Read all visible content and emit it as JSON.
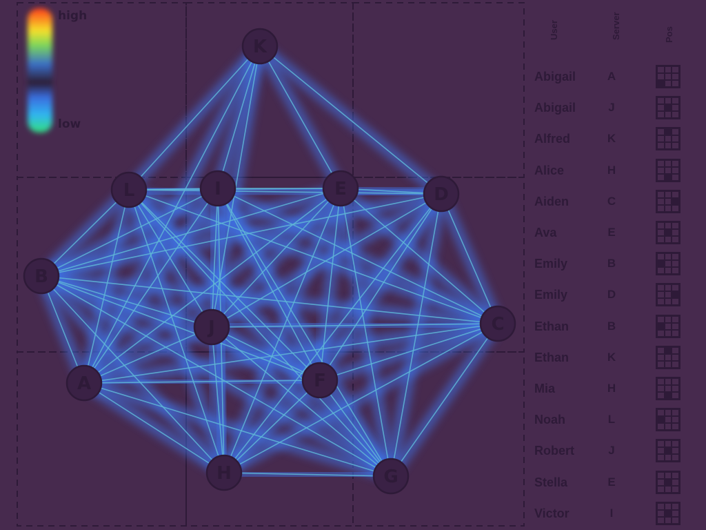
{
  "colors": {
    "background": "#472a4e",
    "ink": "#2e1a38",
    "edge_glow": "#3f72e6",
    "edge_line": "#5fb6d6",
    "legend_high": "#ff3a1a",
    "legend_mid": "#2b1a2e",
    "legend_low": "#32e07a"
  },
  "legend": {
    "high_label": "high",
    "low_label": "low"
  },
  "graph": {
    "nodes": [
      {
        "id": "K",
        "label": "K"
      },
      {
        "id": "L",
        "label": "L"
      },
      {
        "id": "I",
        "label": "I"
      },
      {
        "id": "E",
        "label": "E"
      },
      {
        "id": "D",
        "label": "D"
      },
      {
        "id": "B",
        "label": "B"
      },
      {
        "id": "J",
        "label": "J"
      },
      {
        "id": "C",
        "label": "C"
      },
      {
        "id": "A",
        "label": "A"
      },
      {
        "id": "F",
        "label": "F"
      },
      {
        "id": "H",
        "label": "H"
      },
      {
        "id": "G",
        "label": "G"
      }
    ],
    "edges": [
      [
        "K",
        "L"
      ],
      [
        "K",
        "I"
      ],
      [
        "K",
        "E"
      ],
      [
        "K",
        "D"
      ],
      [
        "K",
        "J"
      ],
      [
        "K",
        "A"
      ],
      [
        "L",
        "I"
      ],
      [
        "L",
        "E"
      ],
      [
        "L",
        "D"
      ],
      [
        "L",
        "B"
      ],
      [
        "L",
        "J"
      ],
      [
        "L",
        "A"
      ],
      [
        "L",
        "F"
      ],
      [
        "L",
        "H"
      ],
      [
        "L",
        "G"
      ],
      [
        "L",
        "C"
      ],
      [
        "I",
        "E"
      ],
      [
        "I",
        "B"
      ],
      [
        "I",
        "J"
      ],
      [
        "I",
        "A"
      ],
      [
        "I",
        "F"
      ],
      [
        "I",
        "H"
      ],
      [
        "I",
        "G"
      ],
      [
        "I",
        "C"
      ],
      [
        "E",
        "D"
      ],
      [
        "E",
        "B"
      ],
      [
        "E",
        "J"
      ],
      [
        "E",
        "A"
      ],
      [
        "E",
        "F"
      ],
      [
        "E",
        "H"
      ],
      [
        "E",
        "G"
      ],
      [
        "E",
        "C"
      ],
      [
        "D",
        "B"
      ],
      [
        "D",
        "J"
      ],
      [
        "D",
        "F"
      ],
      [
        "D",
        "H"
      ],
      [
        "D",
        "G"
      ],
      [
        "D",
        "C"
      ],
      [
        "B",
        "J"
      ],
      [
        "B",
        "A"
      ],
      [
        "B",
        "F"
      ],
      [
        "B",
        "H"
      ],
      [
        "B",
        "G"
      ],
      [
        "B",
        "C"
      ],
      [
        "J",
        "A"
      ],
      [
        "J",
        "F"
      ],
      [
        "J",
        "H"
      ],
      [
        "J",
        "G"
      ],
      [
        "J",
        "C"
      ],
      [
        "A",
        "F"
      ],
      [
        "A",
        "H"
      ],
      [
        "A",
        "G"
      ],
      [
        "A",
        "C"
      ],
      [
        "F",
        "H"
      ],
      [
        "F",
        "G"
      ],
      [
        "F",
        "C"
      ],
      [
        "H",
        "G"
      ],
      [
        "H",
        "C"
      ],
      [
        "G",
        "C"
      ]
    ]
  },
  "table": {
    "headers": {
      "user": "User",
      "server": "Server",
      "pos": "Pos"
    },
    "rows": [
      {
        "user": "Abigail",
        "server": "A",
        "pos": 6
      },
      {
        "user": "Abigail",
        "server": "J",
        "pos": 4
      },
      {
        "user": "Alfred",
        "server": "K",
        "pos": 1
      },
      {
        "user": "Alice",
        "server": "H",
        "pos": 7
      },
      {
        "user": "Aiden",
        "server": "C",
        "pos": 5
      },
      {
        "user": "Ava",
        "server": "E",
        "pos": 4
      },
      {
        "user": "Emily",
        "server": "B",
        "pos": 3
      },
      {
        "user": "Emily",
        "server": "D",
        "pos": 5
      },
      {
        "user": "Ethan",
        "server": "B",
        "pos": 3
      },
      {
        "user": "Ethan",
        "server": "K",
        "pos": 1
      },
      {
        "user": "Mia",
        "server": "H",
        "pos": 7
      },
      {
        "user": "Noah",
        "server": "L",
        "pos": 3
      },
      {
        "user": "Robert",
        "server": "J",
        "pos": 4
      },
      {
        "user": "Stella",
        "server": "E",
        "pos": 4
      },
      {
        "user": "Victor",
        "server": "I",
        "pos": 4
      }
    ]
  }
}
